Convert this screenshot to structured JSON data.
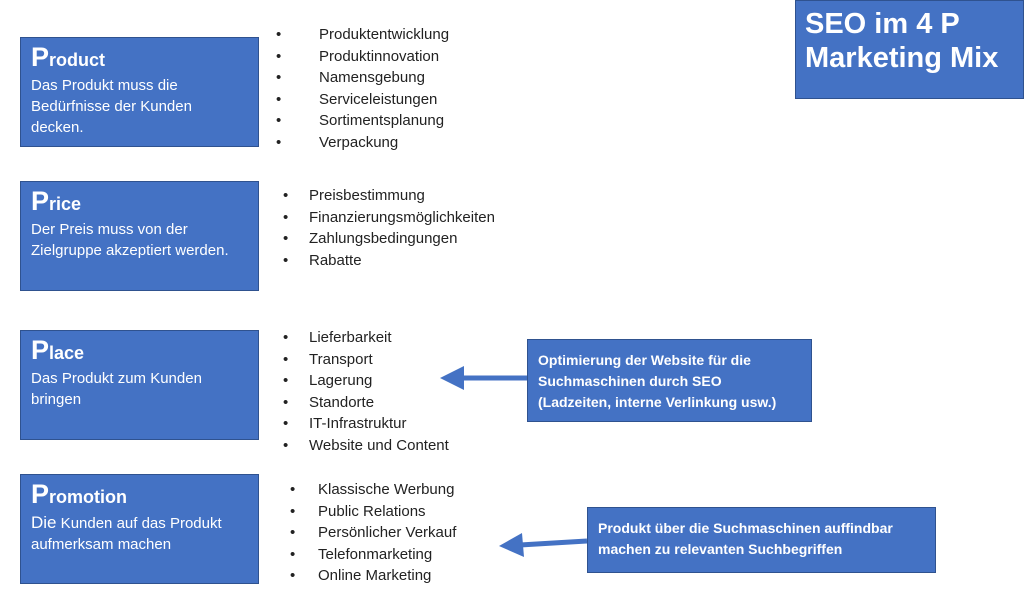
{
  "title": {
    "line1": "SEO im 4 P",
    "line2": "Marketing Mix"
  },
  "product": {
    "initial": "P",
    "rest": "roduct",
    "desc_line1": "Das Produkt muss die",
    "desc_line2": "Bedürfnisse der Kunden",
    "desc_line3": "decken.",
    "bullet": "•",
    "items": [
      "Produktentwicklung",
      "Produktinnovation",
      "Namensgebung",
      "Serviceleistungen",
      "Sortimentsplanung",
      "Verpackung"
    ]
  },
  "price": {
    "initial": "P",
    "rest": "rice",
    "desc_line1": "Der Preis muss von der",
    "desc_line2": "Zielgruppe akzeptiert werden.",
    "bullet": "•",
    "items": [
      "Preisbestimmung",
      "Finanzierungsmöglichkeiten",
      "Zahlungsbedingungen",
      "Rabatte"
    ]
  },
  "place": {
    "initial": "P",
    "rest": "lace",
    "desc_line1": "Das Produkt zum Kunden",
    "desc_line2": "bringen",
    "bullet": "•",
    "items": [
      "Lieferbarkeit",
      "Transport",
      "Lagerung",
      "Standorte",
      "IT-Infrastruktur",
      "Website und Content"
    ]
  },
  "promotion": {
    "initial": "P",
    "rest": "romotion",
    "desc_first_word": "Die",
    "desc_line1_rest": " Kunden auf das Produkt",
    "desc_line2": "aufmerksam machen",
    "bullet": "•",
    "items": [
      "Klassische Werbung",
      "Public Relations",
      "Persönlicher Verkauf",
      "Telefonmarketing",
      "Online Marketing"
    ]
  },
  "note_place": {
    "line1": "Optimierung der Website für die",
    "line2": "Suchmaschinen durch SEO",
    "line3": "(Ladzeiten, interne Verlinkung usw.)"
  },
  "note_promotion": {
    "line1": "Produkt über die Suchmaschinen auffindbar",
    "line2": "machen zu relevanten Suchbegriffen"
  },
  "colors": {
    "box_fill": "#4472c4",
    "box_border": "#2f528f",
    "text_on_box": "#ffffff",
    "arrow": "#4472c4"
  }
}
